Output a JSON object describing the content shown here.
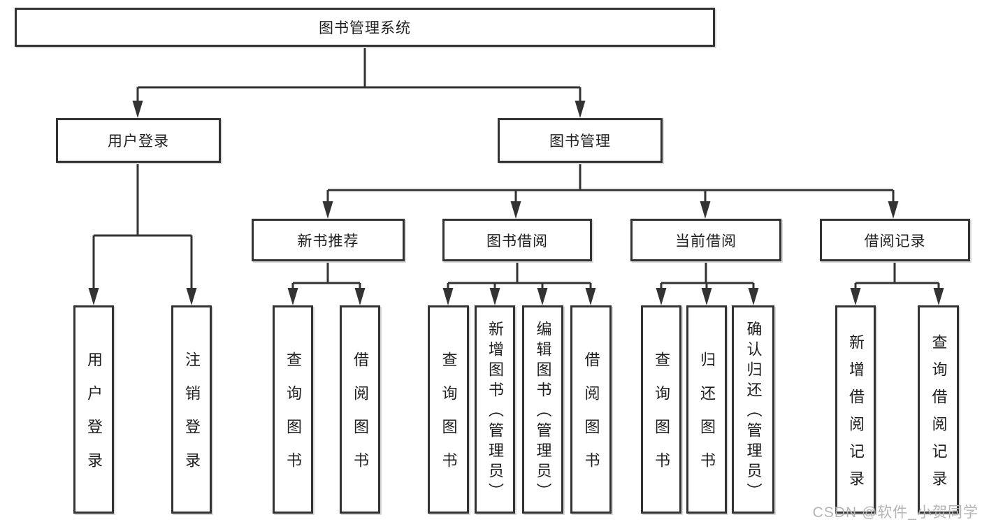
{
  "diagram": {
    "title": "图书管理系统",
    "level2": {
      "user_login": "用户登录",
      "book_mgmt": "图书管理"
    },
    "level3": {
      "new_books": "新书推荐",
      "book_borrow": "图书借阅",
      "current_borrow": "当前借阅",
      "borrow_records": "借阅记录"
    },
    "leaves": {
      "user_login": [
        "用户登录",
        "注销登录"
      ],
      "new_books": [
        "查询图书",
        "借阅图书"
      ],
      "book_borrow": [
        "查询图书",
        "新增图书（管理员）",
        "编辑图书（管理员）",
        "借阅图书"
      ],
      "current_borrow": [
        "查询图书",
        "归还图书",
        "确认归还（管理员）"
      ],
      "borrow_records": [
        "新增借阅记录",
        "查询借阅记录"
      ]
    }
  },
  "colors": {
    "line": "#333333",
    "text": "#1f1f1f",
    "watermark": "#b5b5b5",
    "background": "#ffffff"
  },
  "watermark": {
    "text": "CSDN @软件_小贺同学"
  }
}
